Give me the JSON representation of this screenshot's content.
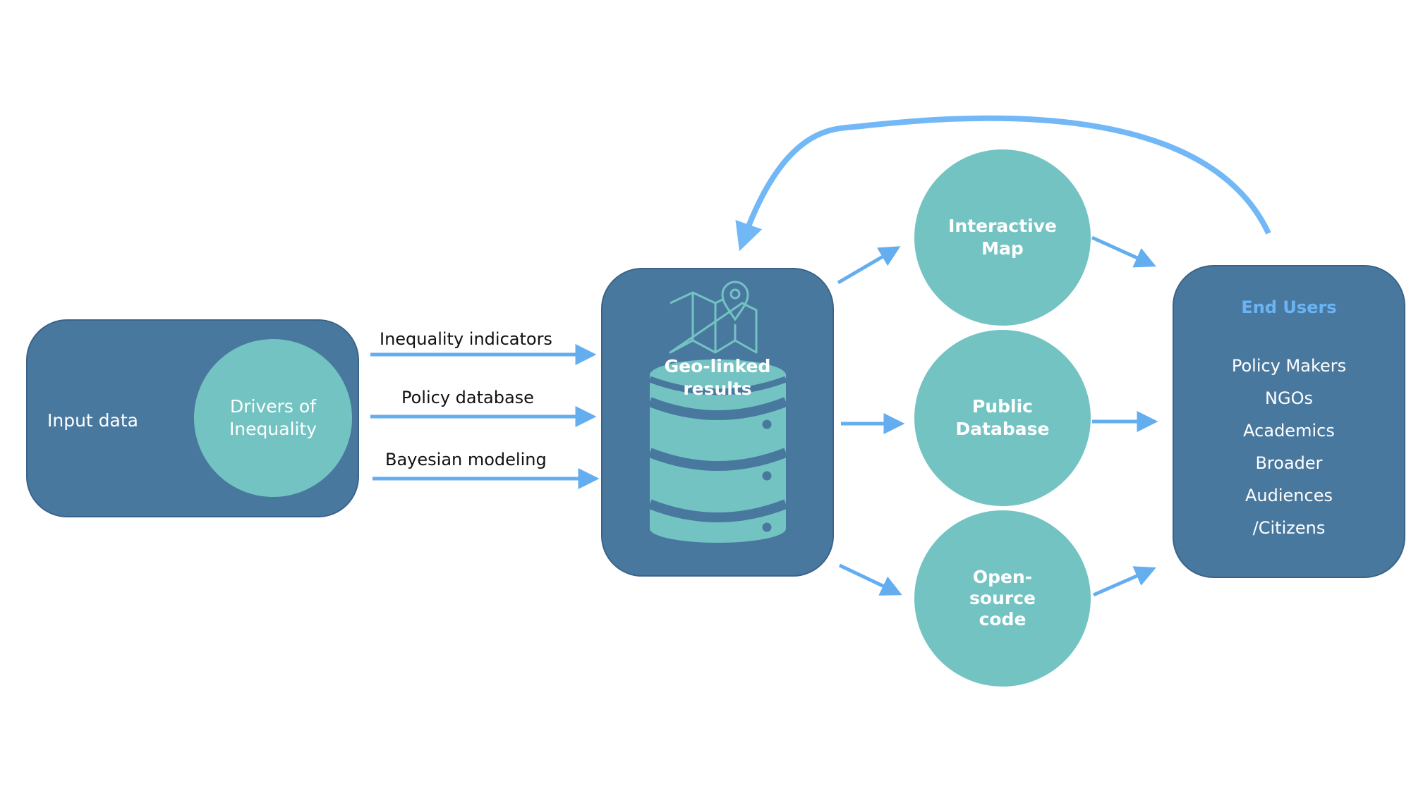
{
  "colors": {
    "box_fill": "#49789f",
    "circle_fill": "#74c3c3",
    "arrow": "#64aef0",
    "feedback_arrow": "#72b8f7",
    "end_users_title": "#6ab4f5",
    "text_light": "#ffffff",
    "text_dark": "#111111"
  },
  "input_box": {
    "input_label": "Input data",
    "driver_circle_label": "Drivers of Inequality"
  },
  "edges": {
    "inequality_indicators": "Inequality indicators",
    "policy_database": "Policy database",
    "bayesian_modeling": "Bayesian modeling"
  },
  "results_box": {
    "label_line1": "Geo-linked",
    "label_line2": "results",
    "icons": [
      "map-icon",
      "location-pin-icon",
      "database-icon"
    ]
  },
  "outputs": [
    {
      "line1": "Interactive",
      "line2": "Map",
      "line3": ""
    },
    {
      "line1": "Public",
      "line2": "Database",
      "line3": ""
    },
    {
      "line1": "Open-",
      "line2": "source",
      "line3": "code"
    }
  ],
  "end_users": {
    "title": "End Users",
    "items": [
      "Policy Makers",
      "NGOs",
      "Academics",
      "Broader",
      "Audiences",
      "/Citizens"
    ]
  }
}
